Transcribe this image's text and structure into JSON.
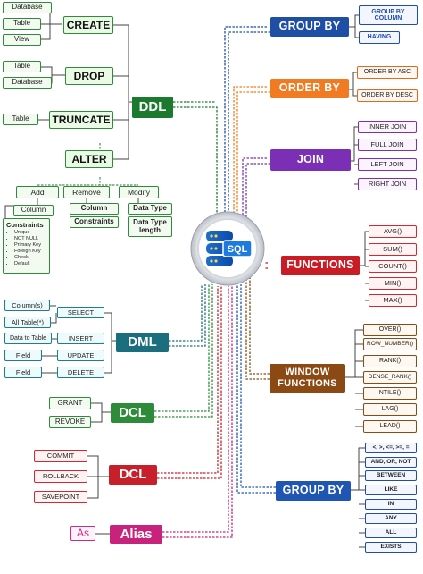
{
  "logo": {
    "text": "SQL"
  },
  "ddl": {
    "hub": "DDL",
    "create": {
      "label": "CREATE",
      "items": [
        "Database",
        "Table",
        "View"
      ]
    },
    "drop": {
      "label": "DROP",
      "items": [
        "Table",
        "Database"
      ]
    },
    "truncate": {
      "label": "TRUNCATE",
      "item": "Table"
    },
    "alter": {
      "label": "ALTER",
      "add": "Add",
      "remove": "Remove",
      "modify": "Modify",
      "add_items": [
        "Column"
      ],
      "constraints_title": "Constraints",
      "constraints": [
        "Unique",
        "NOT NULL",
        "Primary Key",
        "Foreign Key",
        "Check",
        "Default"
      ],
      "remove_items": [
        "Column",
        "Constraints"
      ],
      "modify_items": [
        "Data Type",
        "Data Type length"
      ]
    }
  },
  "dml": {
    "hub": "DML",
    "rows": [
      {
        "left": "Column(s)",
        "right": "SELECT"
      },
      {
        "left": "All Table(*)",
        "right": ""
      },
      {
        "left": "Data to Table",
        "right": "INSERT"
      },
      {
        "left": "Field",
        "right": "UPDATE"
      },
      {
        "left": "Field",
        "right": "DELETE"
      }
    ]
  },
  "dcl": {
    "hub": "DCL",
    "items": [
      "GRANT",
      "REVOKE"
    ]
  },
  "tcl": {
    "hub": "DCL",
    "items": [
      "COMMIT",
      "ROLLBACK",
      "SAVEPOINT"
    ]
  },
  "alias": {
    "hub": "Alias",
    "item": "As"
  },
  "group_by": {
    "hub": "GROUP BY",
    "items": [
      "GROUP BY COLUMN",
      "HAVING"
    ]
  },
  "order_by": {
    "hub": "ORDER BY",
    "items": [
      "ORDER BY ASC",
      "ORDER BY DESC"
    ]
  },
  "join": {
    "hub": "JOIN",
    "items": [
      "INNER JOIN",
      "FULL JOIN",
      "LEFT JOIN",
      "RIGHT JOIN"
    ]
  },
  "functions": {
    "hub": "FUNCTIONS",
    "items": [
      "AVG()",
      "SUM()",
      "COUNT()",
      "MIN()",
      "MAX()"
    ]
  },
  "window_functions": {
    "hub": "WINDOW FUNCTIONS",
    "items": [
      "OVER()",
      "ROW_NUMBER()",
      "RANK()",
      "DENSE_RANK()",
      "NTILE()",
      "LAG()",
      "LEAD()"
    ]
  },
  "operators": {
    "hub": "GROUP BY",
    "items": [
      "<, >, <=, >=, =",
      "AND, OR, NOT",
      "BETWEEN",
      "LIKE",
      "IN",
      "ANY",
      "ALL",
      "EXISTS"
    ]
  },
  "colors": {
    "ddl": "#1b7a2e",
    "dml": "#1a6e7d",
    "dcl": "#2e8b3a",
    "tcl": "#c7202b",
    "alias": "#c8237c",
    "group_by": "#1f4ea6",
    "order_by": "#f07b22",
    "join": "#7a2fb5",
    "functions": "#c91c24",
    "window": "#8b4a14",
    "operators": "#1f55b3"
  }
}
